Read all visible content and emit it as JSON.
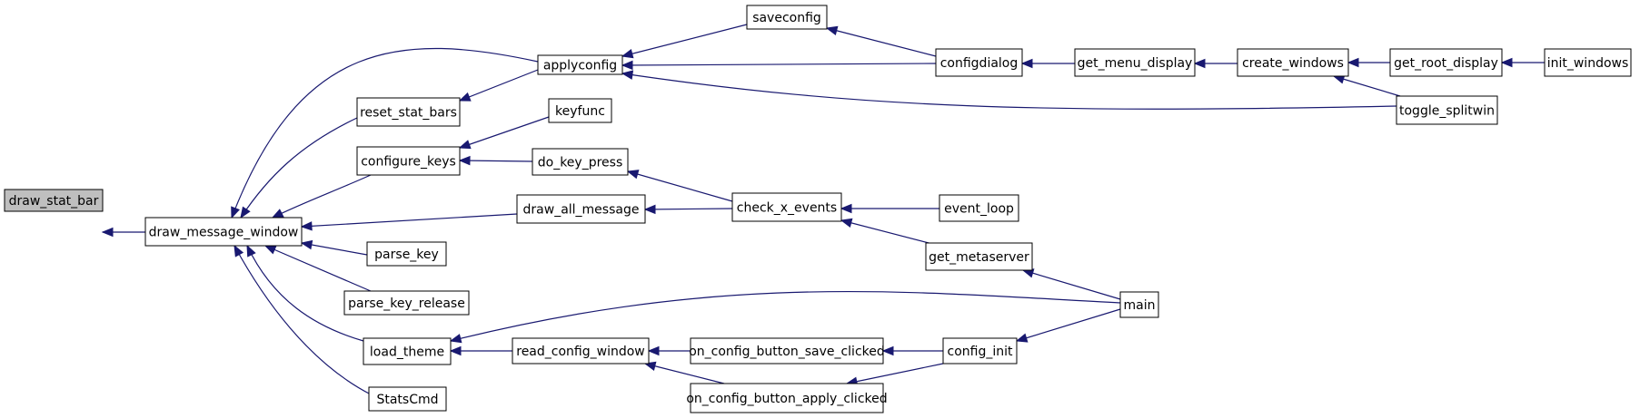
{
  "graph": {
    "node_color": "#ffffff",
    "highlight_color": "#bfbfbf",
    "edge_color": "#191970",
    "nodes": [
      {
        "id": "draw_stat_bar",
        "label": "draw_stat_bar",
        "highlighted": true
      },
      {
        "id": "draw_message_window",
        "label": "draw_message_window"
      },
      {
        "id": "applyconfig",
        "label": "applyconfig"
      },
      {
        "id": "reset_stat_bars",
        "label": "reset_stat_bars"
      },
      {
        "id": "configure_keys",
        "label": "configure_keys"
      },
      {
        "id": "draw_all_message",
        "label": "draw_all_message"
      },
      {
        "id": "parse_key",
        "label": "parse_key"
      },
      {
        "id": "parse_key_release",
        "label": "parse_key_release"
      },
      {
        "id": "load_theme",
        "label": "load_theme"
      },
      {
        "id": "StatsCmd",
        "label": "StatsCmd"
      },
      {
        "id": "saveconfig",
        "label": "saveconfig"
      },
      {
        "id": "keyfunc",
        "label": "keyfunc"
      },
      {
        "id": "do_key_press",
        "label": "do_key_press"
      },
      {
        "id": "check_x_events",
        "label": "check_x_events"
      },
      {
        "id": "read_config_window",
        "label": "read_config_window"
      },
      {
        "id": "configdialog",
        "label": "configdialog"
      },
      {
        "id": "event_loop",
        "label": "event_loop"
      },
      {
        "id": "get_metaserver",
        "label": "get_metaserver"
      },
      {
        "id": "on_config_button_save_clicked",
        "label": "on_config_button_save_clicked"
      },
      {
        "id": "on_config_button_apply_clicked",
        "label": "on_config_button_apply_clicked"
      },
      {
        "id": "get_menu_display",
        "label": "get_menu_display"
      },
      {
        "id": "config_init",
        "label": "config_init"
      },
      {
        "id": "create_windows",
        "label": "create_windows"
      },
      {
        "id": "main",
        "label": "main"
      },
      {
        "id": "get_root_display",
        "label": "get_root_display"
      },
      {
        "id": "toggle_splitwin",
        "label": "toggle_splitwin"
      },
      {
        "id": "init_windows",
        "label": "init_windows"
      }
    ],
    "edges": [
      {
        "from": "draw_message_window",
        "to": "draw_stat_bar"
      },
      {
        "from": "applyconfig",
        "to": "draw_message_window"
      },
      {
        "from": "reset_stat_bars",
        "to": "draw_message_window"
      },
      {
        "from": "configure_keys",
        "to": "draw_message_window"
      },
      {
        "from": "draw_all_message",
        "to": "draw_message_window"
      },
      {
        "from": "parse_key",
        "to": "draw_message_window"
      },
      {
        "from": "parse_key_release",
        "to": "draw_message_window"
      },
      {
        "from": "load_theme",
        "to": "draw_message_window"
      },
      {
        "from": "StatsCmd",
        "to": "draw_message_window"
      },
      {
        "from": "saveconfig",
        "to": "applyconfig"
      },
      {
        "from": "configdialog",
        "to": "applyconfig"
      },
      {
        "from": "toggle_splitwin",
        "to": "applyconfig"
      },
      {
        "from": "applyconfig",
        "to": "reset_stat_bars"
      },
      {
        "from": "configdialog",
        "to": "saveconfig"
      },
      {
        "from": "get_menu_display",
        "to": "configdialog"
      },
      {
        "from": "create_windows",
        "to": "get_menu_display"
      },
      {
        "from": "get_root_display",
        "to": "create_windows"
      },
      {
        "from": "toggle_splitwin",
        "to": "create_windows"
      },
      {
        "from": "init_windows",
        "to": "get_root_display"
      },
      {
        "from": "keyfunc",
        "to": "configure_keys"
      },
      {
        "from": "do_key_press",
        "to": "configure_keys"
      },
      {
        "from": "check_x_events",
        "to": "do_key_press"
      },
      {
        "from": "check_x_events",
        "to": "draw_all_message"
      },
      {
        "from": "event_loop",
        "to": "check_x_events"
      },
      {
        "from": "get_metaserver",
        "to": "check_x_events"
      },
      {
        "from": "main",
        "to": "get_metaserver"
      },
      {
        "from": "main",
        "to": "load_theme"
      },
      {
        "from": "read_config_window",
        "to": "load_theme"
      },
      {
        "from": "on_config_button_save_clicked",
        "to": "read_config_window"
      },
      {
        "from": "on_config_button_apply_clicked",
        "to": "read_config_window"
      },
      {
        "from": "config_init",
        "to": "on_config_button_save_clicked"
      },
      {
        "from": "config_init",
        "to": "on_config_button_apply_clicked"
      },
      {
        "from": "main",
        "to": "config_init"
      }
    ]
  }
}
